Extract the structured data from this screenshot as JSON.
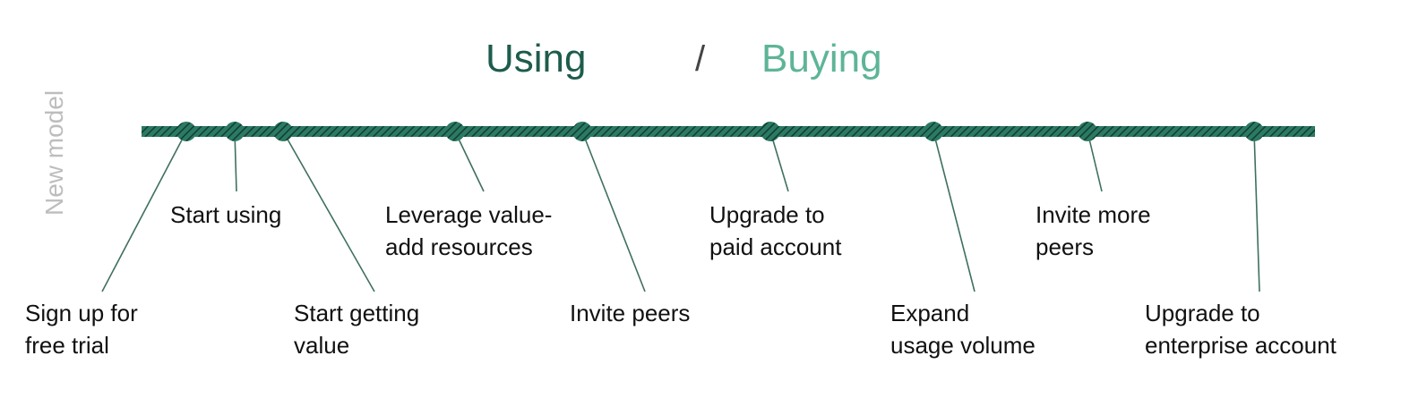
{
  "title": {
    "using": "Using",
    "separator": "/",
    "buying": "Buying"
  },
  "side_label": "New model",
  "colors": {
    "using": "#1e5c4c",
    "buying": "#5db597",
    "timeline": "#1f6b56",
    "connector": "#3f6f62"
  },
  "milestones": [
    {
      "id": "sign-up",
      "label": "Sign up for\nfree trial"
    },
    {
      "id": "start-using",
      "label": "Start using"
    },
    {
      "id": "start-getting-value",
      "label": "Start getting\nvalue"
    },
    {
      "id": "leverage-resources",
      "label": "Leverage value-\nadd resources"
    },
    {
      "id": "invite-peers",
      "label": "Invite peers"
    },
    {
      "id": "upgrade-paid",
      "label": "Upgrade to\npaid account"
    },
    {
      "id": "expand-usage",
      "label": "Expand\nusage volume"
    },
    {
      "id": "invite-more-peers",
      "label": "Invite more\npeers"
    },
    {
      "id": "upgrade-enterprise",
      "label": "Upgrade to\nenterprise account"
    }
  ]
}
